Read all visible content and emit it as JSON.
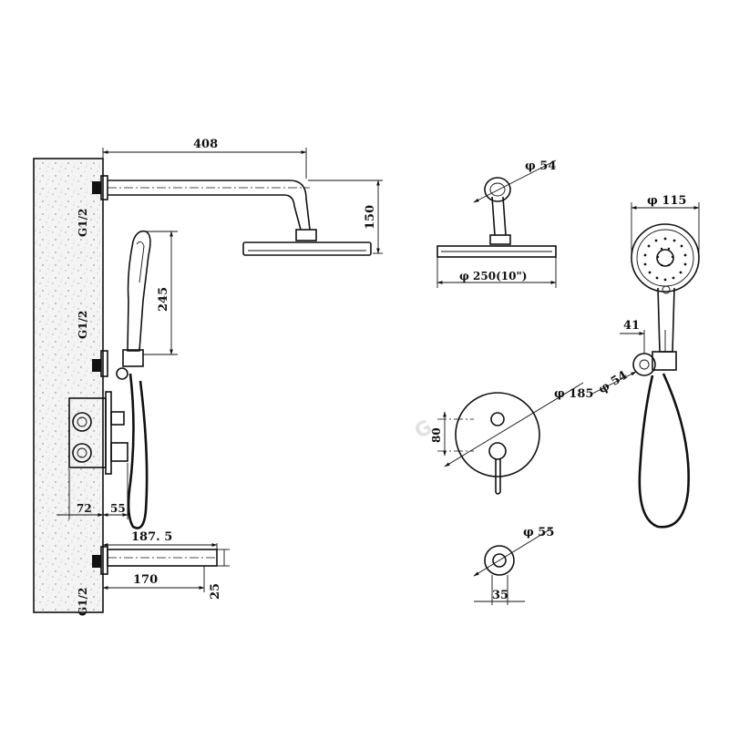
{
  "dimensions": {
    "arm_length": "408",
    "head_drop": "150",
    "rain_head_diameter": "φ 250(10\")",
    "arm_flange_diameter": "φ 54",
    "hand_shower_length": "245",
    "hand_shower_diameter": "φ 115",
    "holder_offset": "41",
    "holder_flange_diameter": "φ 54",
    "valve_plate_diameter": "φ 185",
    "valve_handle_spacing": "80",
    "valve_depth": "72",
    "handle_projection": "55",
    "spout_length_outer": "187. 5",
    "spout_length": "170",
    "spout_height": "25",
    "spout_flange_diameter": "φ 55",
    "spout_flange_depth": "35"
  },
  "connections": {
    "top_thread": "G1/2",
    "middle_thread": "G1/2",
    "bottom_thread": "G1/2"
  },
  "watermark": "G"
}
